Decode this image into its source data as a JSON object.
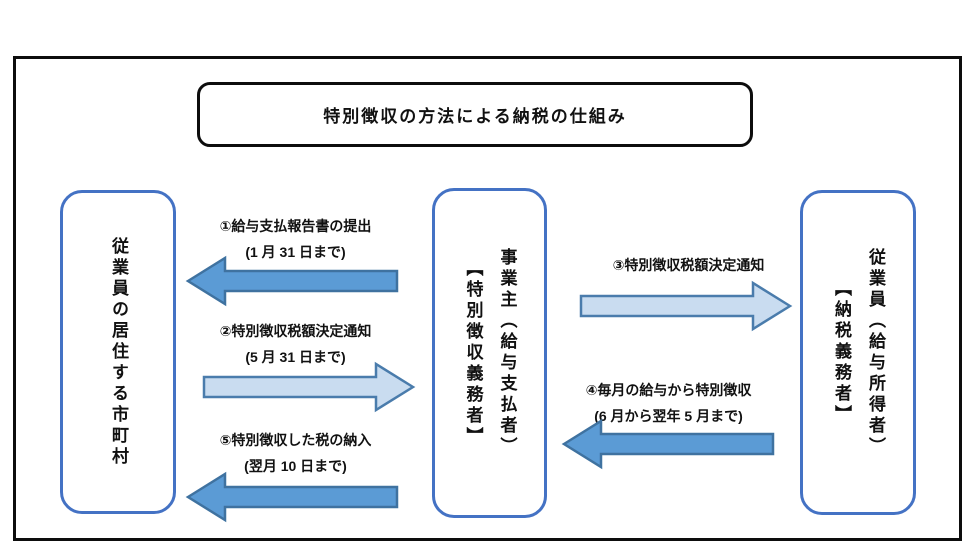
{
  "diagram": {
    "title": "特別徴収の方法による納税の仕組み"
  },
  "boxes": {
    "municipality": {
      "label": "従業員の居住する市町村"
    },
    "employer": {
      "line1": "事業主（給与支払者）",
      "line2": "【特別徴収義務者】"
    },
    "employee": {
      "line1": "従業員（給与所得者）",
      "line2": "【納税義務者】"
    }
  },
  "arrows": {
    "a1": {
      "label": "①給与支払報告書の提出",
      "deadline": "(1 月 31 日まで)",
      "direction": "left"
    },
    "a2": {
      "label": "②特別徴収税額決定通知",
      "deadline": "(5 月 31 日まで)",
      "direction": "right"
    },
    "a3": {
      "label": "③特別徴収税額決定通知",
      "direction": "right"
    },
    "a4": {
      "label": "④毎月の給与から特別徴収",
      "deadline": "(6 月から翌年 5 月まで)",
      "direction": "left"
    },
    "a5": {
      "label": "⑤特別徴収した税の納入",
      "deadline": "(翌月 10 日まで)",
      "direction": "left"
    }
  },
  "colors": {
    "box_border": "#4472C4",
    "frame_border": "#0d0d0d",
    "arrow_solid_fill": "#5B9BD5",
    "arrow_solid_border": "#3F72A0",
    "arrow_light_fill": "#C9DCF0",
    "arrow_light_border": "#4A7CAC"
  }
}
